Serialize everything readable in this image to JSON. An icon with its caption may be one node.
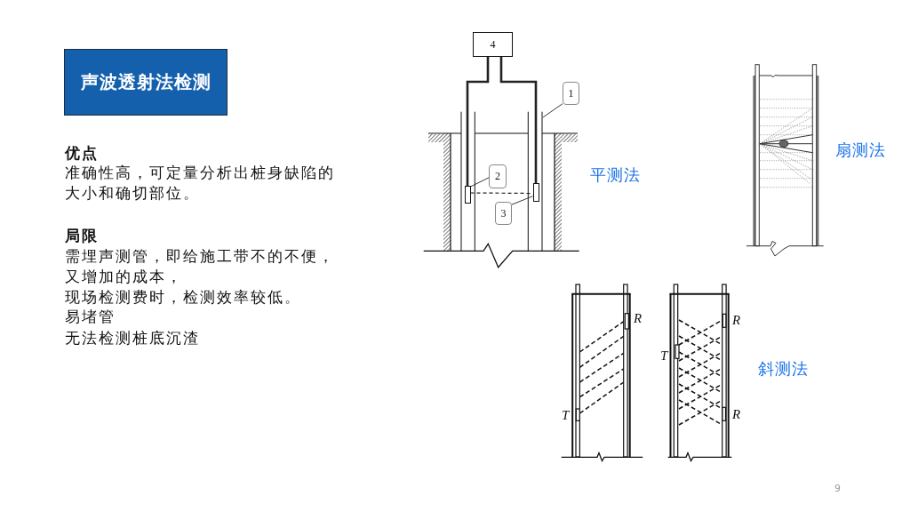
{
  "diagram": {
    "title": "声波透射法检测",
    "nodes": [
      {
        "text": [
          "4"
        ]
      },
      {
        "text": [
          "1"
        ]
      },
      {
        "text": [
          "2"
        ]
      },
      {
        "text": [
          "3"
        ]
      },
      {
        "text": [],
        "shape": "box"
      },
      {
        "text": [],
        "shape": "box"
      }
    ],
    "edges": [
      {
        "from": 0,
        "to": 4,
        "arrow": "none",
        "style": "thick"
      },
      {
        "from": 0,
        "to": 5,
        "arrow": "none",
        "style": "thick"
      },
      {
        "from": 1,
        "to": null,
        "arrow": "none"
      },
      {
        "from": 2,
        "to": 4,
        "arrow": "none"
      },
      {
        "from": 3,
        "to": 5,
        "arrow": "none"
      },
      {
        "from": 4,
        "to": 5,
        "arrow": "none",
        "style": "dashed"
      }
    ],
    "labels": [
      "优点",
      "准确性高，可定量分析出桩身缺陷的大小和确切部位。",
      "局限",
      "需埋声测管，即给施工带不的不便，",
      "又增加的成本，",
      "现场检测费时，检测效率较低。",
      "易堵管",
      "无法检测桩底沉渣",
      "平测法",
      "扇测法",
      "R",
      "T",
      "R",
      "T",
      "R",
      "斜测法",
      "9"
    ]
  }
}
